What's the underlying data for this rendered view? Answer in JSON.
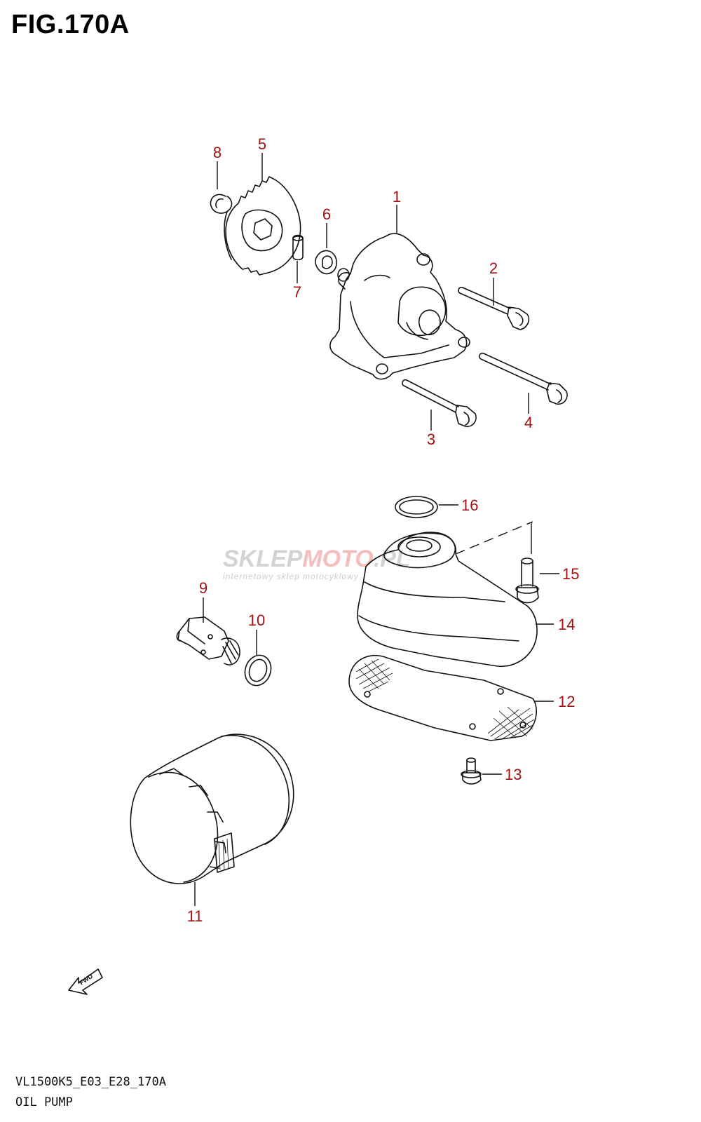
{
  "figure": {
    "title": "FIG.170A"
  },
  "callouts": [
    "1",
    "2",
    "3",
    "4",
    "5",
    "6",
    "7",
    "8",
    "9",
    "10",
    "11",
    "12",
    "13",
    "14",
    "15",
    "16"
  ],
  "watermark": {
    "brand_a": "SKLEP",
    "brand_b": "MOTO",
    "brand_c": ".PL",
    "tagline": "internetowy sklep motocyklowy"
  },
  "fwd_label": "FWD",
  "footer": {
    "code": "VL1500K5_E03_E28_170A",
    "name": "OIL PUMP"
  },
  "colors": {
    "callout": "#a31212",
    "line": "#111111"
  }
}
